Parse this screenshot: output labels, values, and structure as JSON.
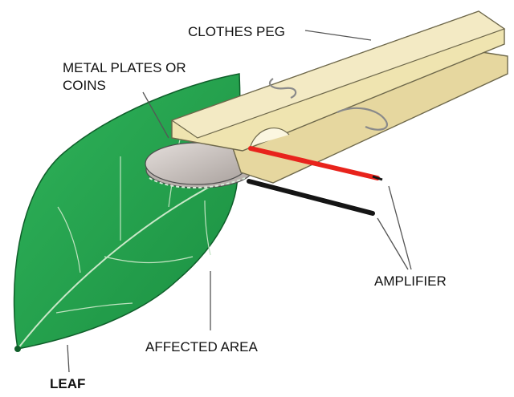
{
  "labels": {
    "clothes_peg": "CLOTHES PEG",
    "metal_plates_line1": "METAL PLATES OR",
    "metal_plates_line2": "COINS",
    "amplifier": "AMPLIFIER",
    "affected_area": "AFFECTED AREA",
    "leaf": "LEAF"
  },
  "colors": {
    "leaf": "#22a24a",
    "leaf_dark": "#16803a",
    "peg_wood": "#efe4b0",
    "peg_edge": "#7a7456",
    "metal_plate": "#cfc8c4",
    "red_wire": "#e8231c",
    "black_wire": "#151515",
    "spring": "#9a9a9a"
  }
}
